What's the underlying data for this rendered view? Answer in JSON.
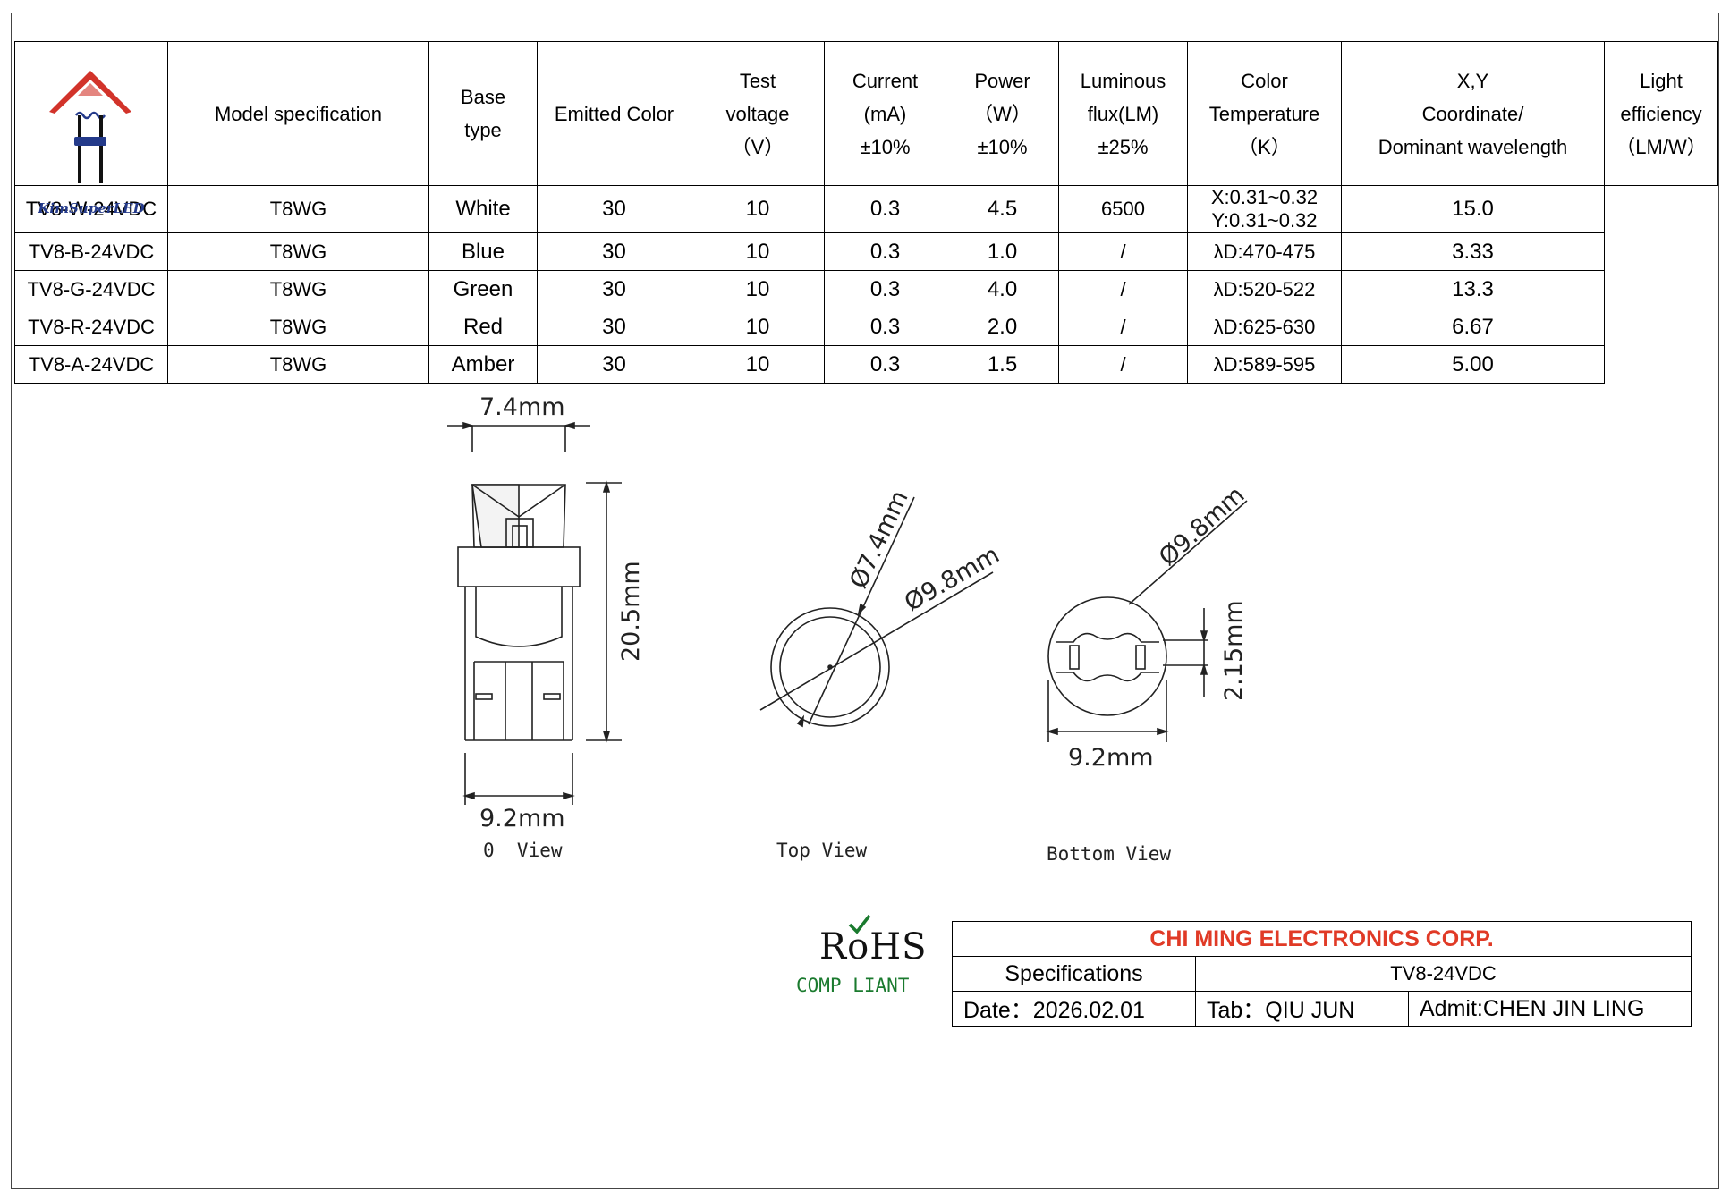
{
  "brand": {
    "logo_text": "KimSuperLED"
  },
  "table": {
    "headers": [
      [
        "Model specification"
      ],
      [
        "Base",
        "type"
      ],
      [
        "Emitted Color"
      ],
      [
        "Test",
        "voltage",
        "（V）"
      ],
      [
        "Current",
        "(mA)",
        "±10%"
      ],
      [
        "Power",
        "（W）",
        "±10%"
      ],
      [
        "Luminous",
        "flux(LM)",
        "±25%"
      ],
      [
        "Color",
        "Temperature",
        "（K）"
      ],
      [
        "X,Y",
        "Coordinate/",
        "Dominant wavelength"
      ],
      [
        "Light",
        "efficiency",
        "（LM/W）"
      ]
    ],
    "rows": [
      [
        "TV8-W-24VDC",
        "T8WG",
        "White",
        "30",
        "10",
        "0.3",
        "4.5",
        "6500",
        "X:0.31~0.32 Y:0.31~0.32",
        "15.0"
      ],
      [
        "TV8-B-24VDC",
        "T8WG",
        "Blue",
        "30",
        "10",
        "0.3",
        "1.0",
        "/",
        "λD:470-475",
        "3.33"
      ],
      [
        "TV8-G-24VDC",
        "T8WG",
        "Green",
        "30",
        "10",
        "0.3",
        "4.0",
        "/",
        "λD:520-522",
        "13.3"
      ],
      [
        "TV8-R-24VDC",
        "T8WG",
        "Red",
        "30",
        "10",
        "0.3",
        "2.0",
        "/",
        "λD:625-630",
        "6.67"
      ],
      [
        "TV8-A-24VDC",
        "T8WG",
        "Amber",
        "30",
        "10",
        "0.3",
        "1.5",
        "/",
        "λD:589-595",
        "5.00"
      ]
    ]
  },
  "drawing": {
    "side_top_width": "7.4mm",
    "side_height": "20.5mm",
    "side_width": "9.2mm",
    "side_caption": "0  View",
    "top_inner_dia": "Ø7.4mm",
    "top_outer_dia": "Ø9.8mm",
    "top_caption": "Top View",
    "bottom_dia": "Ø9.8mm",
    "bottom_gap": "2.15mm",
    "bottom_width": "9.2mm",
    "bottom_caption": "Bottom View"
  },
  "rohs": {
    "word": "RoHS",
    "sub": "COMP LIANT"
  },
  "title_block": {
    "company": "CHI MING ELECTRONICS CORP.",
    "spec_label": "Specifications",
    "spec_value": "TV8-24VDC",
    "date": "Date：2026.02.01",
    "tab": "Tab：QIU JUN",
    "admit": "Admit:CHEN JIN LING"
  },
  "colors": {
    "company_red": "#e03a26",
    "rohs_green": "#1a7a2e",
    "logo_red": "#d2332a",
    "logo_blue": "#243a8a"
  }
}
